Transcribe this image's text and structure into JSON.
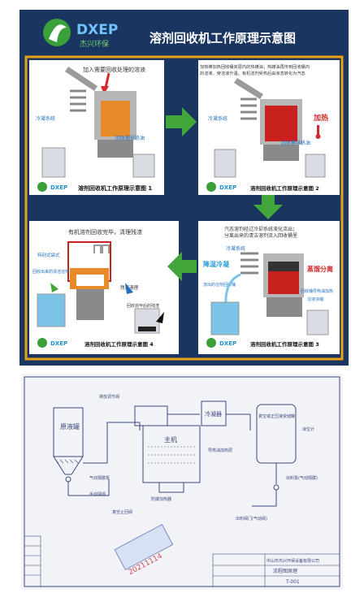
{
  "poster": {
    "logo_text": "DXEP",
    "logo_sub": "杰兴环保",
    "title": "溶剂回收机工作原理示意图",
    "panel1": {
      "note": "加入需要回收处理的溶液",
      "condenser": "冷凝系统",
      "oil": "回收桶导热油",
      "caption": "溶剂回收机工作原理示意图 1"
    },
    "panel2": {
      "note_line1": "加热棒加热回收桶夹层内的热媒油；热媒油再传到回收桶内",
      "note_line2": "的溶液，使溶液升温。有机溶剂受热后由液态转化为汽态",
      "condenser": "冷凝系统",
      "heat": "加热",
      "oil": "回收桶导热油",
      "caption": "溶剂回收机工作原理示意图 2"
    },
    "panel3": {
      "note_line1": "汽态溶剂经过冷却系统液化流出；",
      "note_line2": "分离出来的清洁溶剂流入回收桶里",
      "condenser": "冷凝系统",
      "cooling": "降温冷凝",
      "clean": "流出的溶剂回收桶",
      "distill": "蒸馏分离",
      "oil": "回收桶导热油加热",
      "residue": "溶液浓缩",
      "caption": "溶剂回收机工作原理示意图 3"
    },
    "panel4": {
      "note": "有机溶剂回收完毕，清理残渣",
      "bag": "特别式袋式",
      "clean": "回收出来的清洁溶剂",
      "slag": "残渣清理",
      "slag2": "回收完毕后的残渣",
      "caption": "溶剂回收机工作原理示意图 4"
    }
  },
  "drawing": {
    "tank": "原液罐",
    "main": "主机",
    "cond": "冷凝器",
    "recv": "真空或正压接受储罐",
    "l_pump": "气动隔膜泵",
    "l_valve": "手动球阀",
    "l_sep": "真空止回阀",
    "l_level": "液位计",
    "l_drain": "出料泵(气动隔膜)",
    "l_top": "排放调节阀",
    "l_jacket": "导热油加热层",
    "l_heater": "防爆加热器",
    "l_out": "出料阀门(气动阀)",
    "stamp": "20211114",
    "tb_company": "中山市杰兴环保设备有限公司",
    "tb_name": "流程图原理",
    "tb_no": "T-001"
  },
  "colors": {
    "poster_bg": "#1a3560",
    "panel_border": "#e8a21a",
    "arrow": "#43a63a",
    "tank_orange": "#e68a2a",
    "tank_red": "#c9211e",
    "water": "#7cc3e8",
    "blueprint_line": "#3c4a80"
  }
}
